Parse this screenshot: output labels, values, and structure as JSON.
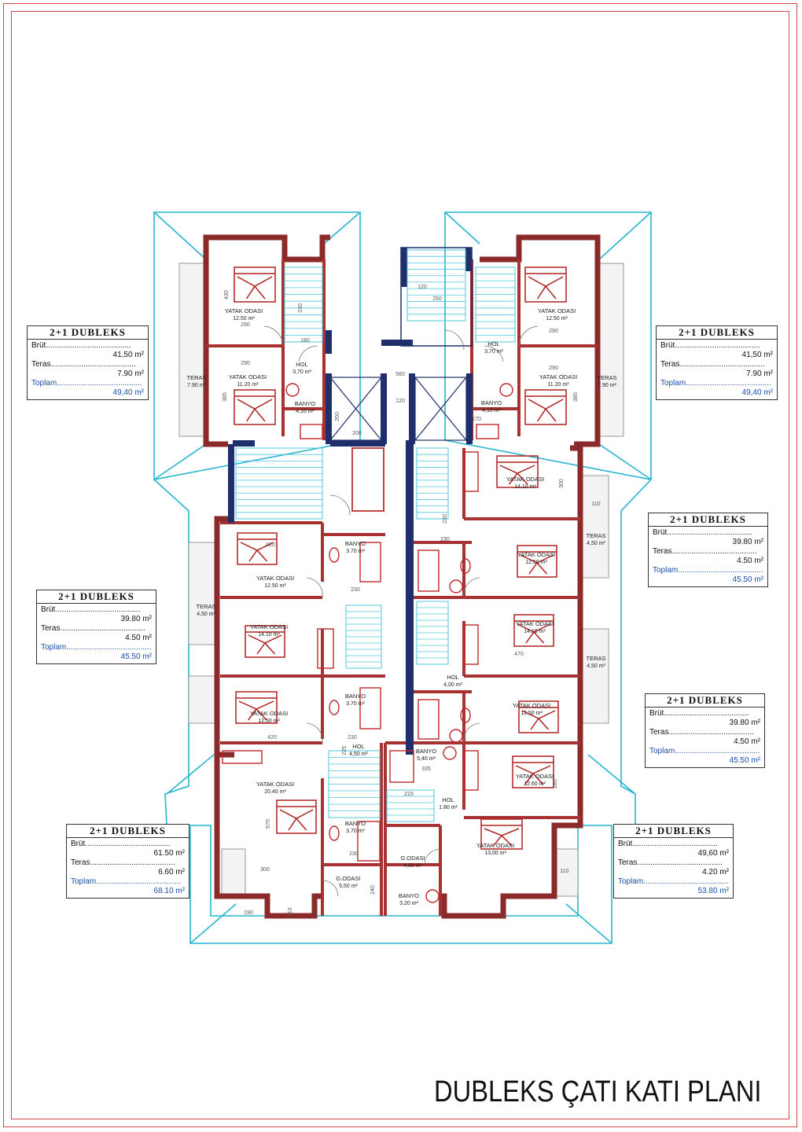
{
  "plan_title": "DUBLEKS ÇATI KATI PLANI",
  "units": [
    {
      "title": "2+1 DUBLEKS",
      "rows": [
        {
          "label": "Brüt",
          "value": "41,50 m²"
        },
        {
          "label": "Teras",
          "value": "7.90 m²"
        }
      ],
      "total": {
        "label": "Toplam",
        "value": "49,40 m²"
      }
    },
    {
      "title": "2+1 DUBLEKS",
      "rows": [
        {
          "label": "Brüt",
          "value": "41,50 m²"
        },
        {
          "label": "Teras",
          "value": "7.90 m²"
        }
      ],
      "total": {
        "label": "Toplam",
        "value": "49,40 m²"
      }
    },
    {
      "title": "2+1 DUBLEKS",
      "rows": [
        {
          "label": "Brüt",
          "value": "39.80 m²"
        },
        {
          "label": "Teras",
          "value": "4.50 m²"
        }
      ],
      "total": {
        "label": "Toplam",
        "value": "45.50 m²"
      }
    },
    {
      "title": "2+1 DUBLEKS",
      "rows": [
        {
          "label": "Brüt",
          "value": "39.80 m²"
        },
        {
          "label": "Teras",
          "value": "4.50 m²"
        }
      ],
      "total": {
        "label": "Toplam",
        "value": "45.50 m²"
      }
    },
    {
      "title": "2+1 DUBLEKS",
      "rows": [
        {
          "label": "Brüt",
          "value": "39.80 m²"
        },
        {
          "label": "Teras",
          "value": "4.50 m²"
        }
      ],
      "total": {
        "label": "Toplam",
        "value": "45.50 m²"
      }
    },
    {
      "title": "2+1 DUBLEKS",
      "rows": [
        {
          "label": "Brüt",
          "value": "61.50 m²"
        },
        {
          "label": "Teras",
          "value": "6.60 m²"
        }
      ],
      "total": {
        "label": "Toplam",
        "value": "68.10 m²"
      }
    },
    {
      "title": "2+1 DUBLEKS",
      "rows": [
        {
          "label": "Brüt",
          "value": "49,60 m²"
        },
        {
          "label": "Teras",
          "value": "4.20 m²"
        }
      ],
      "total": {
        "label": "Toplam",
        "value": "53.80 m²"
      }
    }
  ],
  "rooms": [
    {
      "name": "YATAK ODASI",
      "area": "12.50 m²"
    },
    {
      "name": "YATAK ODASI",
      "area": "11.20 m²"
    },
    {
      "name": "HOL",
      "area": "3,70 m²"
    },
    {
      "name": "BANYO",
      "area": "4,10 m²"
    },
    {
      "name": "TERAS",
      "area": "7.90 m²"
    },
    {
      "name": "YATAK ODASI",
      "area": "12.50 m²"
    },
    {
      "name": "YATAK ODASI",
      "area": "11.20 m²"
    },
    {
      "name": "HOL",
      "area": "3,70 m²"
    },
    {
      "name": "BANYO",
      "area": "4,10 m²"
    },
    {
      "name": "TERAS",
      "area": "7.90 m²"
    },
    {
      "name": "BANYO",
      "area": "3.70 m²"
    },
    {
      "name": "YATAK ODASI",
      "area": "12.50 m²"
    },
    {
      "name": "TERAS",
      "area": "4,50 m²"
    },
    {
      "name": "YATAK ODASI",
      "area": "14.10 m²"
    },
    {
      "name": "BANYO",
      "area": "3.70 m²"
    },
    {
      "name": "YATAK ODASI",
      "area": "12.50 m²"
    },
    {
      "name": "HOL",
      "area": "4,50 m²"
    },
    {
      "name": "YATAK ODASI",
      "area": "20,40 m²"
    },
    {
      "name": "BANYO",
      "area": "3.70 m²"
    },
    {
      "name": "G.ODASI",
      "area": "5,50 m²"
    },
    {
      "name": "YATAK ODASI",
      "area": "14.10 m²"
    },
    {
      "name": "TERAS",
      "area": "4,50 m²"
    },
    {
      "name": "YATAK ODASI",
      "area": "12.50 m²"
    },
    {
      "name": "YATAK ODASI",
      "area": "14.10 m²"
    },
    {
      "name": "TERAS",
      "area": "4,50 m²"
    },
    {
      "name": "HOL",
      "area": "4,00 m²"
    },
    {
      "name": "YATAK ODASI",
      "area": "12.50 m²"
    },
    {
      "name": "BANYO",
      "area": "5,40 m²"
    },
    {
      "name": "YATAK ODASI",
      "area": "12.60 m²"
    },
    {
      "name": "HOL",
      "area": "1.80 m²"
    },
    {
      "name": "YATAK ODASI",
      "area": "13,00 m²"
    },
    {
      "name": "G.ODASI",
      "area": "4,00 m²"
    },
    {
      "name": "BANYO",
      "area": "3,20 m²"
    }
  ],
  "dims": [
    "430",
    "290",
    "230",
    "180",
    "290",
    "385",
    "120",
    "250",
    "385",
    "290",
    "560",
    "200",
    "120",
    "200",
    "290",
    "170",
    "300",
    "110",
    "420",
    "230",
    "230",
    "230",
    "335",
    "470",
    "420",
    "230",
    "225",
    "215",
    "570",
    "300",
    "230",
    "240",
    "190",
    "110",
    "280",
    "110"
  ],
  "colors": {
    "wall": "#8b2a2a",
    "wall_light": "#c24444",
    "roof": "#27b6cf",
    "core": "#1e2f6b",
    "stair": "#4fc7dd",
    "dim": "#555555",
    "label": "#222222",
    "total": "#1a4fa8"
  }
}
